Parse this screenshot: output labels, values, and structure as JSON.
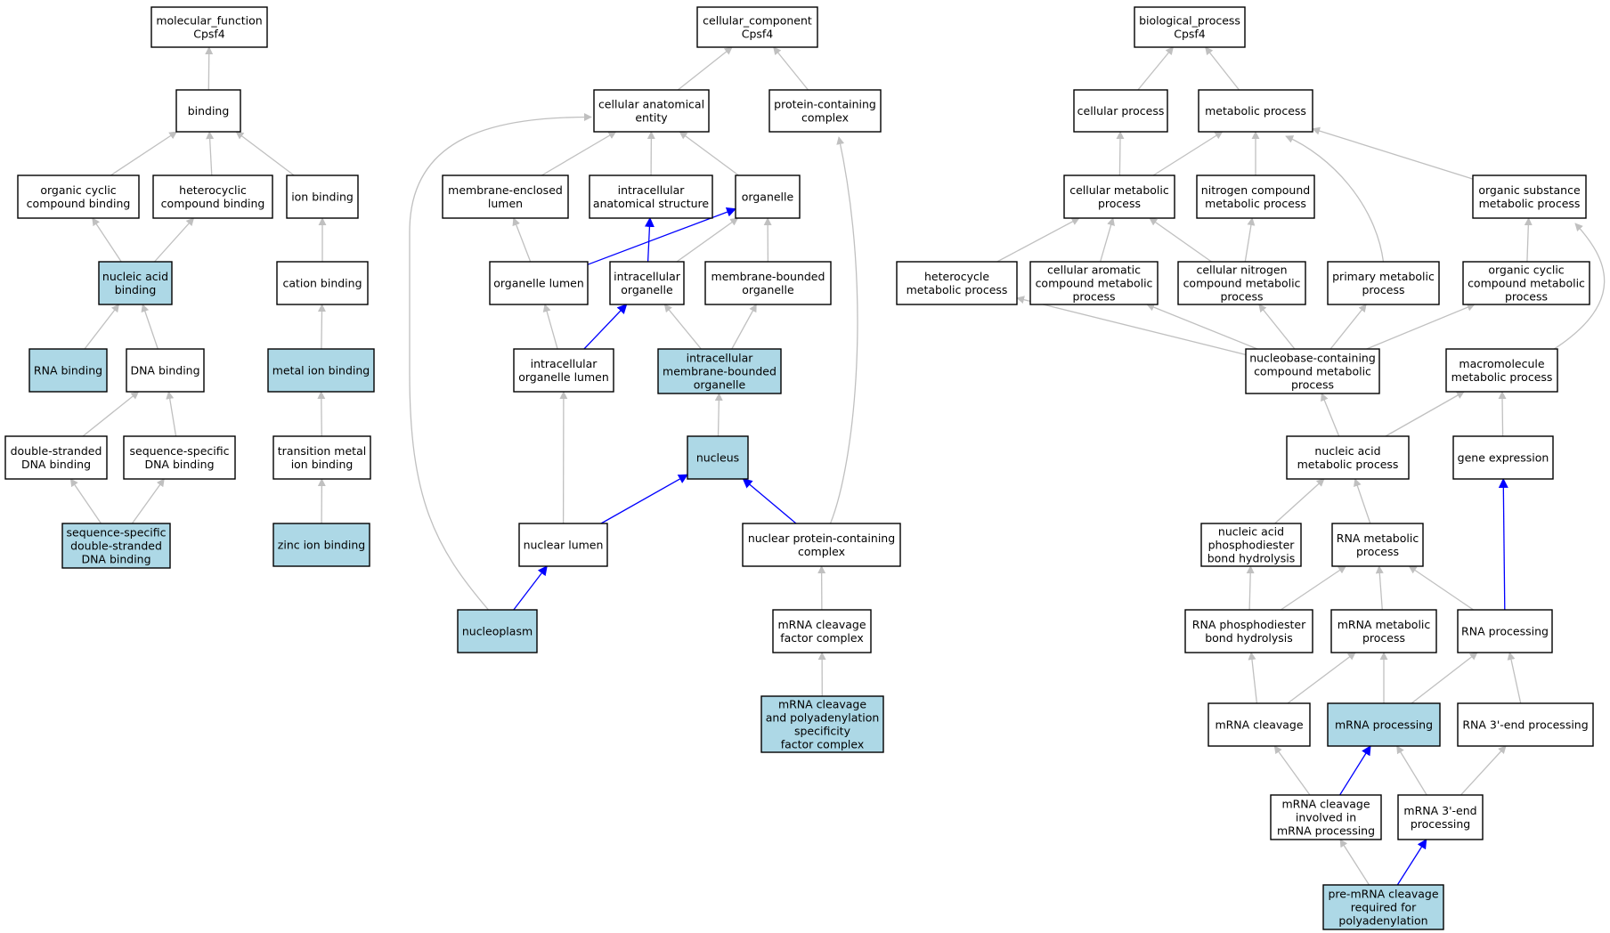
{
  "colors": {
    "highlight_fill": "#add8e6",
    "plain_fill": "#ffffff",
    "gray_edge": "#c0c0c0",
    "blue_edge": "#0000ff",
    "border": "#000000"
  },
  "nodes": [
    {
      "id": "mf",
      "lines": [
        "molecular_function",
        "Cpsf4"
      ],
      "hl": false
    },
    {
      "id": "binding",
      "lines": [
        "binding"
      ],
      "hl": false
    },
    {
      "id": "occb",
      "lines": [
        "organic cyclic",
        "compound binding"
      ],
      "hl": false
    },
    {
      "id": "hcb",
      "lines": [
        "heterocyclic",
        "compound binding"
      ],
      "hl": false
    },
    {
      "id": "ionb",
      "lines": [
        "ion binding"
      ],
      "hl": false
    },
    {
      "id": "nab",
      "lines": [
        "nucleic acid",
        "binding"
      ],
      "hl": true
    },
    {
      "id": "cationb",
      "lines": [
        "cation binding"
      ],
      "hl": false
    },
    {
      "id": "rnab",
      "lines": [
        "RNA binding"
      ],
      "hl": true
    },
    {
      "id": "dnab",
      "lines": [
        "DNA binding"
      ],
      "hl": false
    },
    {
      "id": "metalb",
      "lines": [
        "metal ion binding"
      ],
      "hl": true
    },
    {
      "id": "dsdna",
      "lines": [
        "double-stranded",
        "DNA binding"
      ],
      "hl": false
    },
    {
      "id": "ssdna",
      "lines": [
        "sequence-specific",
        "DNA binding"
      ],
      "hl": false
    },
    {
      "id": "tmib",
      "lines": [
        "transition metal",
        "ion binding"
      ],
      "hl": false
    },
    {
      "id": "ssdsdna",
      "lines": [
        "sequence-specific",
        "double-stranded",
        "DNA binding"
      ],
      "hl": true
    },
    {
      "id": "znb",
      "lines": [
        "zinc ion binding"
      ],
      "hl": true
    },
    {
      "id": "cc",
      "lines": [
        "cellular_component",
        "Cpsf4"
      ],
      "hl": false
    },
    {
      "id": "cae",
      "lines": [
        "cellular anatomical",
        "entity"
      ],
      "hl": false
    },
    {
      "id": "pcc",
      "lines": [
        "protein-containing",
        "complex"
      ],
      "hl": false
    },
    {
      "id": "mel",
      "lines": [
        "membrane-enclosed",
        "lumen"
      ],
      "hl": false
    },
    {
      "id": "ias",
      "lines": [
        "intracellular",
        "anatomical structure"
      ],
      "hl": false
    },
    {
      "id": "org",
      "lines": [
        "organelle"
      ],
      "hl": false
    },
    {
      "id": "orgl",
      "lines": [
        "organelle lumen"
      ],
      "hl": false
    },
    {
      "id": "io",
      "lines": [
        "intracellular",
        "organelle"
      ],
      "hl": false
    },
    {
      "id": "mbo",
      "lines": [
        "membrane-bounded",
        "organelle"
      ],
      "hl": false
    },
    {
      "id": "iol",
      "lines": [
        "intracellular",
        "organelle lumen"
      ],
      "hl": false
    },
    {
      "id": "imbo",
      "lines": [
        "intracellular",
        "membrane-bounded",
        "organelle"
      ],
      "hl": true
    },
    {
      "id": "nuc",
      "lines": [
        "nucleus"
      ],
      "hl": true
    },
    {
      "id": "nl",
      "lines": [
        "nuclear lumen"
      ],
      "hl": false
    },
    {
      "id": "npcc",
      "lines": [
        "nuclear protein-containing",
        "complex"
      ],
      "hl": false
    },
    {
      "id": "np",
      "lines": [
        "nucleoplasm"
      ],
      "hl": true
    },
    {
      "id": "mcfc",
      "lines": [
        "mRNA cleavage",
        "factor complex"
      ],
      "hl": false
    },
    {
      "id": "mcpsfc",
      "lines": [
        "mRNA cleavage",
        "and polyadenylation",
        "specificity",
        "factor complex"
      ],
      "hl": true
    },
    {
      "id": "bp",
      "lines": [
        "biological_process",
        "Cpsf4"
      ],
      "hl": false
    },
    {
      "id": "cp",
      "lines": [
        "cellular process"
      ],
      "hl": false
    },
    {
      "id": "mp",
      "lines": [
        "metabolic process"
      ],
      "hl": false
    },
    {
      "id": "cmp",
      "lines": [
        "cellular metabolic",
        "process"
      ],
      "hl": false
    },
    {
      "id": "ncmp",
      "lines": [
        "nitrogen compound",
        "metabolic process"
      ],
      "hl": false
    },
    {
      "id": "osmp",
      "lines": [
        "organic substance",
        "metabolic process"
      ],
      "hl": false
    },
    {
      "id": "hmp",
      "lines": [
        "heterocycle",
        "metabolic process"
      ],
      "hl": false
    },
    {
      "id": "cacmp",
      "lines": [
        "cellular aromatic",
        "compound metabolic",
        "process"
      ],
      "hl": false
    },
    {
      "id": "cncmp",
      "lines": [
        "cellular nitrogen",
        "compound metabolic",
        "process"
      ],
      "hl": false
    },
    {
      "id": "pmp",
      "lines": [
        "primary metabolic",
        "process"
      ],
      "hl": false
    },
    {
      "id": "occmp",
      "lines": [
        "organic cyclic",
        "compound metabolic",
        "process"
      ],
      "hl": false
    },
    {
      "id": "nbcmp",
      "lines": [
        "nucleobase-containing",
        "compound metabolic",
        "process"
      ],
      "hl": false
    },
    {
      "id": "mmp",
      "lines": [
        "macromolecule",
        "metabolic process"
      ],
      "hl": false
    },
    {
      "id": "namp",
      "lines": [
        "nucleic acid",
        "metabolic process"
      ],
      "hl": false
    },
    {
      "id": "ge",
      "lines": [
        "gene expression"
      ],
      "hl": false
    },
    {
      "id": "napbh",
      "lines": [
        "nucleic acid",
        "phosphodiester",
        "bond hydrolysis"
      ],
      "hl": false
    },
    {
      "id": "rnamp",
      "lines": [
        "RNA metabolic",
        "process"
      ],
      "hl": false
    },
    {
      "id": "rnapbh",
      "lines": [
        "RNA phosphodiester",
        "bond hydrolysis"
      ],
      "hl": false
    },
    {
      "id": "mrnamp",
      "lines": [
        "mRNA metabolic",
        "process"
      ],
      "hl": false
    },
    {
      "id": "rnap",
      "lines": [
        "RNA processing"
      ],
      "hl": false
    },
    {
      "id": "mrnac",
      "lines": [
        "mRNA cleavage"
      ],
      "hl": false
    },
    {
      "id": "mrnaproc",
      "lines": [
        "mRNA processing"
      ],
      "hl": true
    },
    {
      "id": "rna3ep",
      "lines": [
        "RNA 3'-end processing"
      ],
      "hl": false
    },
    {
      "id": "mcimp",
      "lines": [
        "mRNA cleavage",
        "involved in",
        "mRNA processing"
      ],
      "hl": false
    },
    {
      "id": "mrna3ep",
      "lines": [
        "mRNA 3'-end",
        "processing"
      ],
      "hl": false
    },
    {
      "id": "pmcrp",
      "lines": [
        "pre-mRNA cleavage",
        "required for",
        "polyadenylation"
      ],
      "hl": true
    }
  ],
  "edges": [
    {
      "from": "binding",
      "to": "mf",
      "blue": false
    },
    {
      "from": "occb",
      "to": "binding",
      "blue": false
    },
    {
      "from": "hcb",
      "to": "binding",
      "blue": false
    },
    {
      "from": "ionb",
      "to": "binding",
      "blue": false
    },
    {
      "from": "nab",
      "to": "occb",
      "blue": false
    },
    {
      "from": "nab",
      "to": "hcb",
      "blue": false
    },
    {
      "from": "cationb",
      "to": "ionb",
      "blue": false
    },
    {
      "from": "rnab",
      "to": "nab",
      "blue": false
    },
    {
      "from": "dnab",
      "to": "nab",
      "blue": false
    },
    {
      "from": "metalb",
      "to": "cationb",
      "blue": false
    },
    {
      "from": "dsdna",
      "to": "dnab",
      "blue": false
    },
    {
      "from": "ssdna",
      "to": "dnab",
      "blue": false
    },
    {
      "from": "tmib",
      "to": "metalb",
      "blue": false
    },
    {
      "from": "ssdsdna",
      "to": "dsdna",
      "blue": false
    },
    {
      "from": "ssdsdna",
      "to": "ssdna",
      "blue": false
    },
    {
      "from": "znb",
      "to": "tmib",
      "blue": false
    },
    {
      "from": "cae",
      "to": "cc",
      "blue": false
    },
    {
      "from": "pcc",
      "to": "cc",
      "blue": false
    },
    {
      "from": "mel",
      "to": "cae",
      "blue": false
    },
    {
      "from": "ias",
      "to": "cae",
      "blue": false
    },
    {
      "from": "org",
      "to": "cae",
      "blue": false
    },
    {
      "from": "orgl",
      "to": "mel",
      "blue": false
    },
    {
      "from": "orgl",
      "to": "org",
      "blue": true
    },
    {
      "from": "io",
      "to": "ias",
      "blue": true
    },
    {
      "from": "io",
      "to": "org",
      "blue": false
    },
    {
      "from": "mbo",
      "to": "org",
      "blue": false
    },
    {
      "from": "iol",
      "to": "orgl",
      "blue": false
    },
    {
      "from": "iol",
      "to": "io",
      "blue": true
    },
    {
      "from": "imbo",
      "to": "io",
      "blue": false
    },
    {
      "from": "imbo",
      "to": "mbo",
      "blue": false
    },
    {
      "from": "nuc",
      "to": "imbo",
      "blue": false
    },
    {
      "from": "nl",
      "to": "iol",
      "blue": false
    },
    {
      "from": "nl",
      "to": "nuc",
      "blue": true
    },
    {
      "from": "npcc",
      "to": "nuc",
      "blue": true
    },
    {
      "from": "npcc",
      "to": "pcc",
      "blue": false,
      "curve": "npcc"
    },
    {
      "from": "np",
      "to": "nl",
      "blue": true
    },
    {
      "from": "np",
      "to": "cae",
      "blue": false,
      "curve": "np"
    },
    {
      "from": "mcfc",
      "to": "npcc",
      "blue": false
    },
    {
      "from": "mcpsfc",
      "to": "mcfc",
      "blue": false
    },
    {
      "from": "cp",
      "to": "bp",
      "blue": false
    },
    {
      "from": "mp",
      "to": "bp",
      "blue": false
    },
    {
      "from": "cmp",
      "to": "cp",
      "blue": false
    },
    {
      "from": "cmp",
      "to": "mp",
      "blue": false
    },
    {
      "from": "ncmp",
      "to": "mp",
      "blue": false
    },
    {
      "from": "osmp",
      "to": "mp",
      "blue": false
    },
    {
      "from": "hmp",
      "to": "cmp",
      "blue": false
    },
    {
      "from": "cacmp",
      "to": "cmp",
      "blue": false
    },
    {
      "from": "cncmp",
      "to": "cmp",
      "blue": false
    },
    {
      "from": "cncmp",
      "to": "ncmp",
      "blue": false
    },
    {
      "from": "pmp",
      "to": "mp",
      "blue": false,
      "curve": "pmp"
    },
    {
      "from": "occmp",
      "to": "osmp",
      "blue": false
    },
    {
      "from": "nbcmp",
      "to": "hmp",
      "blue": false
    },
    {
      "from": "nbcmp",
      "to": "cacmp",
      "blue": false
    },
    {
      "from": "nbcmp",
      "to": "cncmp",
      "blue": false
    },
    {
      "from": "nbcmp",
      "to": "pmp",
      "blue": false
    },
    {
      "from": "nbcmp",
      "to": "occmp",
      "blue": false
    },
    {
      "from": "mmp",
      "to": "osmp",
      "blue": false,
      "curve": "mmp"
    },
    {
      "from": "namp",
      "to": "nbcmp",
      "blue": false
    },
    {
      "from": "namp",
      "to": "mmp",
      "blue": false
    },
    {
      "from": "ge",
      "to": "mmp",
      "blue": false
    },
    {
      "from": "napbh",
      "to": "namp",
      "blue": false
    },
    {
      "from": "rnamp",
      "to": "namp",
      "blue": false
    },
    {
      "from": "rnapbh",
      "to": "napbh",
      "blue": false
    },
    {
      "from": "rnapbh",
      "to": "rnamp",
      "blue": false
    },
    {
      "from": "mrnamp",
      "to": "rnamp",
      "blue": false
    },
    {
      "from": "rnap",
      "to": "rnamp",
      "blue": false
    },
    {
      "from": "rnap",
      "to": "ge",
      "blue": true
    },
    {
      "from": "mrnac",
      "to": "rnapbh",
      "blue": false
    },
    {
      "from": "mrnac",
      "to": "mrnamp",
      "blue": false
    },
    {
      "from": "mrnaproc",
      "to": "mrnamp",
      "blue": false
    },
    {
      "from": "mrnaproc",
      "to": "rnap",
      "blue": false
    },
    {
      "from": "rna3ep",
      "to": "rnap",
      "blue": false
    },
    {
      "from": "mcimp",
      "to": "mrnac",
      "blue": false
    },
    {
      "from": "mcimp",
      "to": "mrnaproc",
      "blue": true
    },
    {
      "from": "mrna3ep",
      "to": "mrnaproc",
      "blue": false
    },
    {
      "from": "mrna3ep",
      "to": "rna3ep",
      "blue": false
    },
    {
      "from": "pmcrp",
      "to": "mcimp",
      "blue": false
    },
    {
      "from": "pmcrp",
      "to": "mrna3ep",
      "blue": true
    }
  ]
}
